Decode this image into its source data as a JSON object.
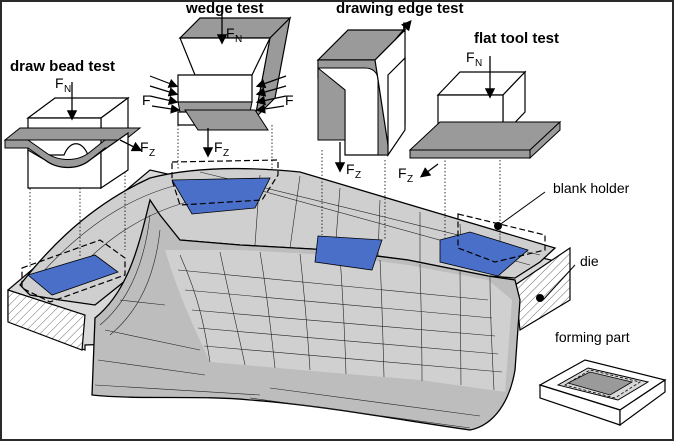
{
  "labels": {
    "draw_bead_test": "draw bead test",
    "wedge_test": "wedge test",
    "drawing_edge_test": "drawing edge test",
    "flat_tool_test": "flat tool test",
    "blank_holder": "blank holder",
    "die": "die",
    "forming_part": "forming part"
  },
  "forces": {
    "F": "F",
    "N": "N",
    "Z": "Z"
  },
  "colors": {
    "blue_region": "#4a6fc9",
    "sheet_gray": "#c8c8c8",
    "tool_gray": "#9a9a9a",
    "white_block": "#ffffff",
    "frame": "#2a2a2a"
  }
}
